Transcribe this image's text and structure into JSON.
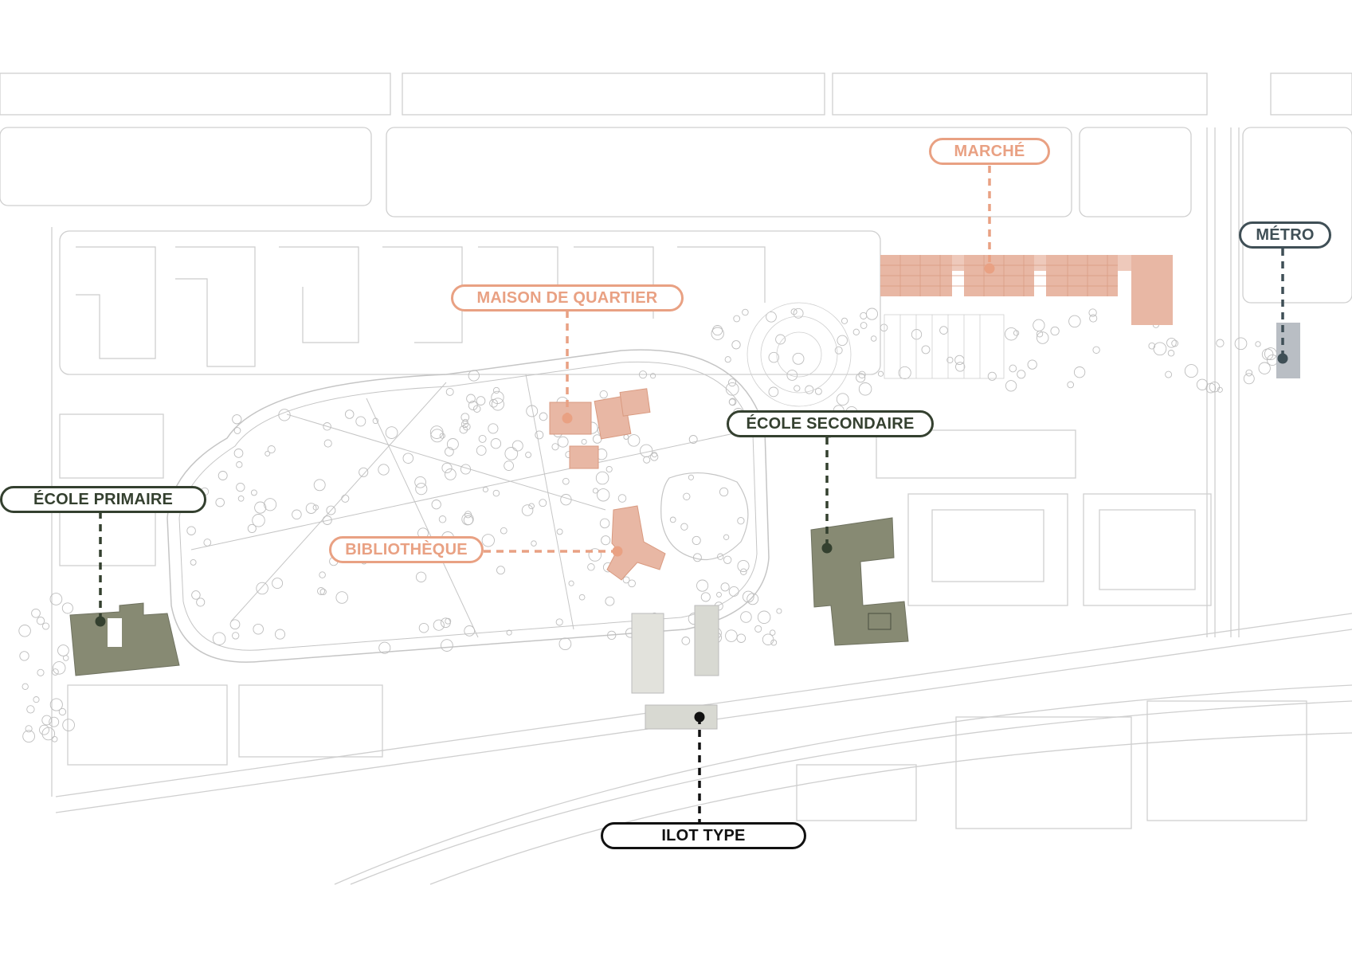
{
  "colors": {
    "peach": "#e9a183",
    "peach_fill": "#e8b7a4",
    "green": "#34402f",
    "olive_fill": "#878a73",
    "slate": "#3f4f56",
    "slate_fill": "#b9bec4",
    "black": "#111111",
    "linework": "#c9c9c9",
    "grey_fill": "#d8d9d2"
  },
  "labels": {
    "marche": "MARCHÉ",
    "metro": "MÉTRO",
    "maison_de_quartier": "MAISON DE QUARTIER",
    "ecole_secondaire": "ÉCOLE SECONDAIRE",
    "ecole_primaire": "ÉCOLE PRIMAIRE",
    "bibliotheque": "BIBLIOTHÈQUE",
    "ilot_type": "ILOT TYPE"
  }
}
